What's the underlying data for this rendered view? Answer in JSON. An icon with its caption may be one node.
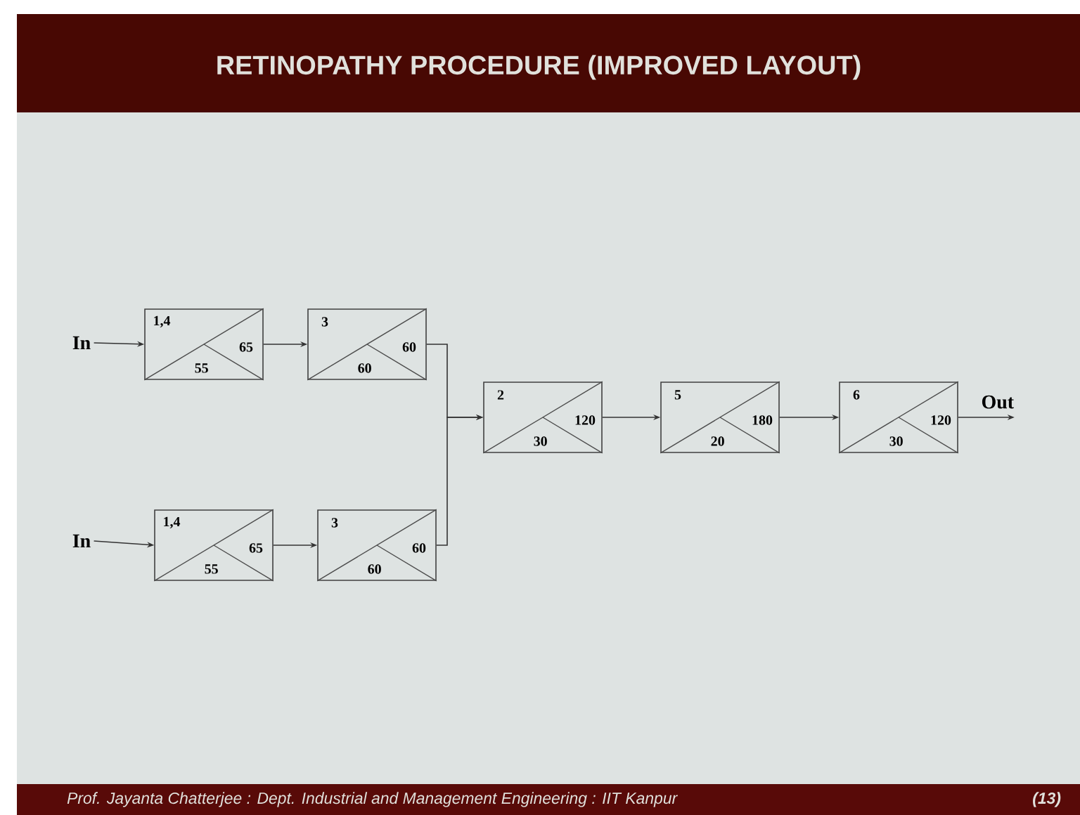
{
  "diagram": {
    "title": "RETINOPATHY PROCEDURE (IMPROVED LAYOUT)",
    "nodes": [
      {
        "text": [
          "In"
        ]
      },
      {
        "text": [
          "1,4",
          "65",
          "55"
        ]
      },
      {
        "text": [
          "3",
          "60",
          "60"
        ]
      },
      {
        "text": [
          "In"
        ]
      },
      {
        "text": [
          "1,4",
          "65",
          "55"
        ]
      },
      {
        "text": [
          "3",
          "60",
          "60"
        ]
      },
      {
        "text": [
          "2",
          "120",
          "30"
        ]
      },
      {
        "text": [
          "5",
          "180",
          "20"
        ]
      },
      {
        "text": [
          "6",
          "120",
          "30"
        ]
      }
    ],
    "edges": [
      {
        "from": 0,
        "to": 1,
        "arrow": "to"
      },
      {
        "from": 1,
        "to": 2,
        "arrow": "to"
      },
      {
        "from": 3,
        "to": 4,
        "arrow": "to"
      },
      {
        "from": 4,
        "to": 5,
        "arrow": "to"
      },
      {
        "from": 2,
        "to": 6,
        "arrow": "to"
      },
      {
        "from": 5,
        "to": 6,
        "arrow": "to"
      },
      {
        "from": 6,
        "to": 7,
        "arrow": "to"
      },
      {
        "from": 7,
        "to": 8,
        "arrow": "to"
      },
      {
        "from": 8,
        "to": null,
        "arrow": "to",
        "label": "Out"
      }
    ],
    "labels": [
      "Prof. Jayanta Chatterjee : Dept. Industrial and Management Engineering : IIT Kanpur",
      "(13)"
    ]
  }
}
